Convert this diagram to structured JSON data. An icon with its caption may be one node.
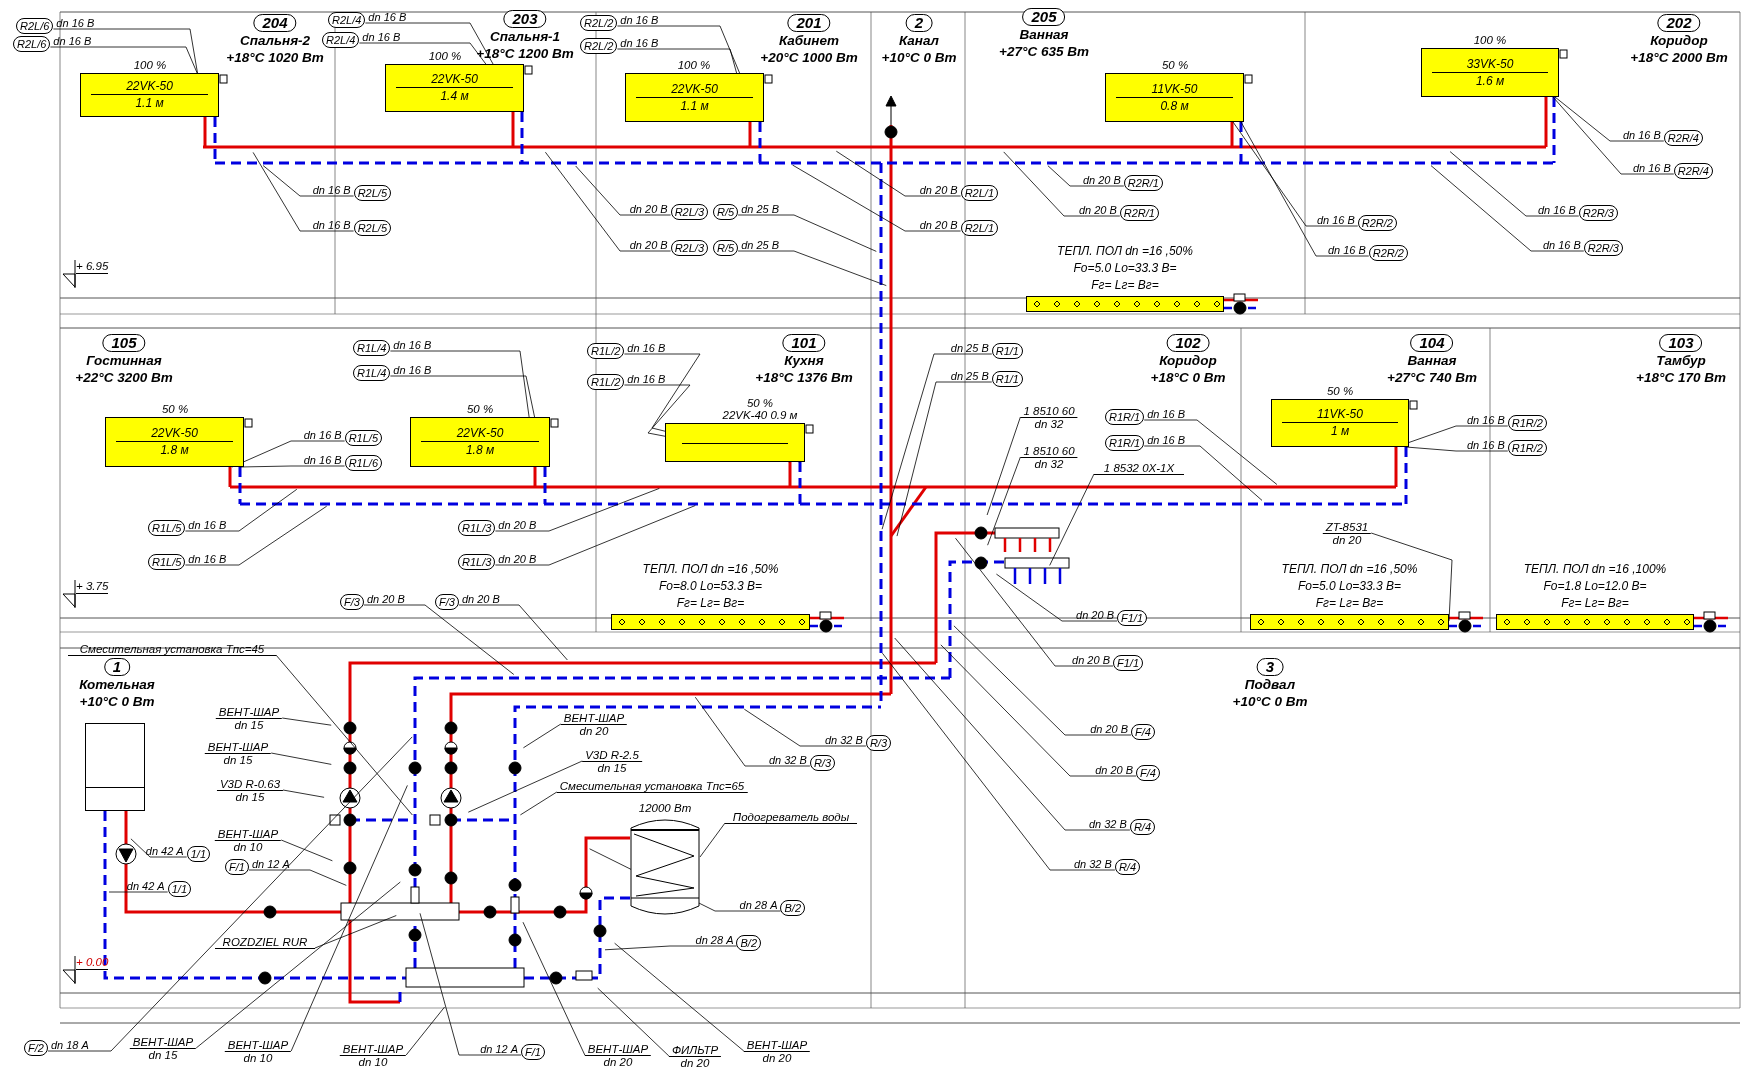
{
  "diagram": {
    "nodes": [
      {
        "text": [
          "204",
          "Спальня-2",
          "+18°C 1020 Вт"
        ]
      },
      {
        "text": [
          "203",
          "Спальня-1",
          "+18°C 1200 Вт"
        ]
      },
      {
        "text": [
          "201",
          "Кабинет",
          "+20°C 1000 Вт"
        ]
      },
      {
        "text": [
          "2",
          "Канал",
          "+10°C 0 Вт"
        ]
      },
      {
        "text": [
          "205",
          "Ванная",
          "+27°C 635 Вт"
        ]
      },
      {
        "text": [
          "202",
          "Коридор",
          "+18°C 2000 Вт"
        ]
      },
      {
        "text": [
          "105",
          "Гостинная",
          "+22°C 3200 Вт"
        ]
      },
      {
        "text": [
          "101",
          "Кухня",
          "+18°C 1376 Вт"
        ]
      },
      {
        "text": [
          "102",
          "Коридор",
          "+18°C 0 Вт"
        ]
      },
      {
        "text": [
          "104",
          "Ванная",
          "+27°C 740 Вт"
        ]
      },
      {
        "text": [
          "103",
          "Тамбур",
          "+18°C 170 Вт"
        ]
      },
      {
        "text": [
          "1",
          "Котельная",
          "+10°C 0 Вт"
        ]
      },
      {
        "text": [
          "3",
          "Подвал",
          "+10°C 0 Вт"
        ]
      },
      {
        "text": [
          "22VK-50",
          "1.1 м"
        ],
        "beside": [
          "100 %"
        ]
      },
      {
        "text": [
          "22VK-50",
          "1.4 м"
        ],
        "beside": [
          "100 %"
        ]
      },
      {
        "text": [
          "22VK-50",
          "1.1 м"
        ],
        "beside": [
          "100 %"
        ]
      },
      {
        "text": [
          "11VK-50",
          "0.8 м"
        ],
        "beside": [
          "50 %"
        ]
      },
      {
        "text": [
          "33VK-50",
          "1.6 м"
        ],
        "beside": [
          "100 %"
        ]
      },
      {
        "text": [
          "22VK-50",
          "1.8 м"
        ],
        "beside": [
          "50 %"
        ]
      },
      {
        "text": [
          "22VK-50",
          "1.8 м"
        ],
        "beside": [
          "50 %"
        ]
      },
      {
        "text": [],
        "shape": "box",
        "beside": [
          "50 %",
          "22VK-40 0.9 м"
        ]
      },
      {
        "text": [
          "11VK-50",
          "1 м"
        ],
        "beside": [
          "50 %"
        ]
      },
      {
        "text": [
          "ТЕПЛ. ПОЛ dn =16 ,50%",
          "Fo=5.0 Lo=33.3 B=",
          "Fг= Lг= Bг="
        ]
      },
      {
        "text": [
          "ТЕПЛ. ПОЛ dn =16 ,50%",
          "Fo=8.0 Lo=53.3 B=",
          "Fг= Lг= Bг="
        ]
      },
      {
        "text": [
          "ТЕПЛ. ПОЛ dn =16 ,50%",
          "Fo=5.0 Lo=33.3 B=",
          "Fг= Lг= Bг="
        ]
      },
      {
        "text": [
          "ТЕПЛ. ПОЛ dn =16 ,100%",
          "Fo=1.8 Lo=12.0 B=",
          "Fг= Lг= Bг="
        ]
      },
      {
        "text": [],
        "shape": "box"
      },
      {
        "text": [],
        "shape": "cylinder",
        "beside": [
          "12000 Вт"
        ]
      },
      {
        "text": [
          "Смесительная установка Tпс=45"
        ]
      },
      {
        "text": [
          "ВЕНТ-ШАР",
          "dn 15"
        ]
      },
      {
        "text": [
          "ВЕНТ-ШАР",
          "dn 15"
        ]
      },
      {
        "text": [
          "V3D R-0.63",
          "dn 15"
        ]
      },
      {
        "text": [
          "ВЕНТ-ШАР",
          "dn 10"
        ]
      },
      {
        "text": [
          "ВЕНТ-ШАР",
          "dn 20"
        ]
      },
      {
        "text": [
          "V3D R-2.5",
          "dn 15"
        ]
      },
      {
        "text": [
          "Смесительная установка Tпс=65"
        ]
      },
      {
        "text": [
          "Подогреватель воды"
        ]
      },
      {
        "text": [
          "ROZDZIEL RUR"
        ]
      },
      {
        "text": [
          "ВЕНТ-ШАР",
          "dn 15"
        ]
      },
      {
        "text": [
          "ВЕНТ-ШАР",
          "dn 10"
        ]
      },
      {
        "text": [
          "ВЕНТ-ШАР",
          "dn 10"
        ]
      },
      {
        "text": [
          "ВЕНТ-ШАР",
          "dn 20"
        ]
      },
      {
        "text": [
          "ФИЛЬТР",
          "dn 20"
        ]
      },
      {
        "text": [
          "ВЕНТ-ШАР",
          "dn 20"
        ]
      },
      {
        "text": [
          "1 8510 60",
          "dn 32"
        ]
      },
      {
        "text": [
          "1 8510 60",
          "dn 32"
        ]
      },
      {
        "text": [
          "1 8532 0X-1X"
        ]
      },
      {
        "text": [
          "ZT-8531",
          "dn 20"
        ]
      },
      {
        "text": [
          "R2L/6"
        ],
        "beside": [
          "dn 16 В"
        ]
      },
      {
        "text": [
          "R2L/6"
        ],
        "beside": [
          "dn 16 В"
        ]
      },
      {
        "text": [
          "R2L/4"
        ],
        "beside": [
          "dn 16 В"
        ]
      },
      {
        "text": [
          "R2L/4"
        ],
        "beside": [
          "dn 16 В"
        ]
      },
      {
        "text": [
          "R2L/2"
        ],
        "beside": [
          "dn 16 В"
        ]
      },
      {
        "text": [
          "R2L/2"
        ],
        "beside": [
          "dn 16 В"
        ]
      },
      {
        "text": [
          "R2L/5"
        ],
        "beside": [
          "dn 16 В"
        ]
      },
      {
        "text": [
          "R2L/5"
        ],
        "beside": [
          "dn 16 В"
        ]
      },
      {
        "text": [
          "R2L/3"
        ],
        "beside": [
          "dn 20 В"
        ]
      },
      {
        "text": [
          "R/5"
        ],
        "beside": [
          "dn 25 В"
        ]
      },
      {
        "text": [
          "R2L/3"
        ],
        "beside": [
          "dn 20 В"
        ]
      },
      {
        "text": [
          "R/5"
        ],
        "beside": [
          "dn 25 В"
        ]
      },
      {
        "text": [
          "R2L/1"
        ],
        "beside": [
          "dn 20 В"
        ]
      },
      {
        "text": [
          "R2L/1"
        ],
        "beside": [
          "dn 20 В"
        ]
      },
      {
        "text": [
          "R2R/1"
        ],
        "beside": [
          "dn 20 В"
        ]
      },
      {
        "text": [
          "R2R/1"
        ],
        "beside": [
          "dn 20 В"
        ]
      },
      {
        "text": [
          "R2R/2"
        ],
        "beside": [
          "dn 16 В"
        ]
      },
      {
        "text": [
          "R2R/2"
        ],
        "beside": [
          "dn 16 В"
        ]
      },
      {
        "text": [
          "R2R/3"
        ],
        "beside": [
          "dn 16 В"
        ]
      },
      {
        "text": [
          "R2R/3"
        ],
        "beside": [
          "dn 16 В"
        ]
      },
      {
        "text": [
          "R2R/4"
        ],
        "beside": [
          "dn 16 В"
        ]
      },
      {
        "text": [
          "R2R/4"
        ],
        "beside": [
          "dn 16 В"
        ]
      },
      {
        "text": [
          "R1L/4"
        ],
        "beside": [
          "dn 16 В"
        ]
      },
      {
        "text": [
          "R1L/4"
        ],
        "beside": [
          "dn 16 В"
        ]
      },
      {
        "text": [
          "R1L/2"
        ],
        "beside": [
          "dn 16 В"
        ]
      },
      {
        "text": [
          "R1L/2"
        ],
        "beside": [
          "dn 16 В"
        ]
      },
      {
        "text": [
          "R1L/5"
        ],
        "beside": [
          "dn 16 В"
        ]
      },
      {
        "text": [
          "R1L/6"
        ],
        "beside": [
          "dn 16 В"
        ]
      },
      {
        "text": [
          "R1L/5"
        ],
        "beside": [
          "dn 16 В"
        ]
      },
      {
        "text": [
          "R1L/5"
        ],
        "beside": [
          "dn 16 В"
        ]
      },
      {
        "text": [
          "R1L/3"
        ],
        "beside": [
          "dn 20 В"
        ]
      },
      {
        "text": [
          "R1L/3"
        ],
        "beside": [
          "dn 20 В"
        ]
      },
      {
        "text": [
          "R1/1"
        ],
        "beside": [
          "dn 25 В"
        ]
      },
      {
        "text": [
          "R1/1"
        ],
        "beside": [
          "dn 25 В"
        ]
      },
      {
        "text": [
          "R1R/1"
        ],
        "beside": [
          "dn 16 В"
        ]
      },
      {
        "text": [
          "R1R/1"
        ],
        "beside": [
          "dn 16 В"
        ]
      },
      {
        "text": [
          "R1R/2"
        ],
        "beside": [
          "dn 16 В"
        ]
      },
      {
        "text": [
          "R1R/2"
        ],
        "beside": [
          "dn 16 В"
        ]
      },
      {
        "text": [
          "F/3"
        ],
        "beside": [
          "dn 20 В"
        ]
      },
      {
        "text": [
          "F/3"
        ],
        "beside": [
          "dn 20 В"
        ]
      },
      {
        "text": [
          "R/3"
        ],
        "beside": [
          "dn 32 В"
        ]
      },
      {
        "text": [
          "R/3"
        ],
        "beside": [
          "dn 32 В"
        ]
      },
      {
        "text": [
          "F1/1"
        ],
        "beside": [
          "dn 20 В"
        ]
      },
      {
        "text": [
          "F1/1"
        ],
        "beside": [
          "dn 20 В"
        ]
      },
      {
        "text": [
          "F/4"
        ],
        "beside": [
          "dn 20 В"
        ]
      },
      {
        "text": [
          "F/4"
        ],
        "beside": [
          "dn 20 В"
        ]
      },
      {
        "text": [
          "R/4"
        ],
        "beside": [
          "dn 32 В"
        ]
      },
      {
        "text": [
          "R/4"
        ],
        "beside": [
          "dn 32 В"
        ]
      },
      {
        "text": [
          "B/2"
        ],
        "beside": [
          "dn 28 А"
        ]
      },
      {
        "text": [
          "B/2"
        ],
        "beside": [
          "dn 28 А"
        ]
      },
      {
        "text": [
          "1/1"
        ],
        "beside": [
          "dn 42 А"
        ]
      },
      {
        "text": [
          "1/1"
        ],
        "beside": [
          "dn 42 А"
        ]
      },
      {
        "text": [
          "F/1"
        ],
        "beside": [
          "dn 12 А"
        ]
      },
      {
        "text": [
          "F/2"
        ],
        "beside": [
          "dn 18 А"
        ]
      },
      {
        "text": [
          "F/1"
        ],
        "beside": [
          "dn 12 А"
        ]
      }
    ],
    "edges": [
      {
        "from": 28,
        "to": null,
        "arrow": "none"
      },
      {
        "from": 29,
        "to": null,
        "arrow": "none"
      },
      {
        "from": 30,
        "to": null,
        "arrow": "none"
      },
      {
        "from": 31,
        "to": null,
        "arrow": "none"
      },
      {
        "from": 32,
        "to": null,
        "arrow": "none"
      },
      {
        "from": 33,
        "to": null,
        "arrow": "none"
      },
      {
        "from": 34,
        "to": null,
        "arrow": "none"
      },
      {
        "from": 35,
        "to": null,
        "arrow": "none"
      },
      {
        "from": 36,
        "to": 27,
        "arrow": "none"
      },
      {
        "from": 37,
        "to": null,
        "arrow": "none"
      },
      {
        "from": 38,
        "to": null,
        "arrow": "none"
      },
      {
        "from": 39,
        "to": null,
        "arrow": "none"
      },
      {
        "from": 40,
        "to": null,
        "arrow": "none"
      },
      {
        "from": 41,
        "to": null,
        "arrow": "none"
      },
      {
        "from": 42,
        "to": null,
        "arrow": "none"
      },
      {
        "from": 43,
        "to": null,
        "arrow": "none"
      },
      {
        "from": 44,
        "to": null,
        "arrow": "none"
      },
      {
        "from": 45,
        "to": null,
        "arrow": "none"
      },
      {
        "from": 46,
        "to": null,
        "arrow": "none"
      },
      {
        "from": 47,
        "to": 24,
        "arrow": "none"
      },
      {
        "from": 48,
        "to": 13,
        "arrow": "none"
      },
      {
        "from": 49,
        "to": 13,
        "arrow": "none"
      },
      {
        "from": 50,
        "to": 14,
        "arrow": "none"
      },
      {
        "from": 51,
        "to": 14,
        "arrow": "none"
      },
      {
        "from": 52,
        "to": 15,
        "arrow": "none"
      },
      {
        "from": 53,
        "to": 15,
        "arrow": "none"
      },
      {
        "from": 54,
        "to": null,
        "arrow": "none"
      },
      {
        "from": 55,
        "to": null,
        "arrow": "none"
      },
      {
        "from": 56,
        "to": null,
        "arrow": "none"
      },
      {
        "from": 57,
        "to": null,
        "arrow": "none"
      },
      {
        "from": 58,
        "to": null,
        "arrow": "none"
      },
      {
        "from": 59,
        "to": null,
        "arrow": "none"
      },
      {
        "from": 60,
        "to": null,
        "arrow": "none"
      },
      {
        "from": 61,
        "to": null,
        "arrow": "none"
      },
      {
        "from": 62,
        "to": null,
        "arrow": "none"
      },
      {
        "from": 63,
        "to": null,
        "arrow": "none"
      },
      {
        "from": 64,
        "to": 16,
        "arrow": "none"
      },
      {
        "from": 65,
        "to": 16,
        "arrow": "none"
      },
      {
        "from": 66,
        "to": null,
        "arrow": "none"
      },
      {
        "from": 67,
        "to": null,
        "arrow": "none"
      },
      {
        "from": 68,
        "to": 17,
        "arrow": "none"
      },
      {
        "from": 69,
        "to": 17,
        "arrow": "none"
      },
      {
        "from": 70,
        "to": 19,
        "arrow": "none"
      },
      {
        "from": 71,
        "to": 19,
        "arrow": "none"
      },
      {
        "from": 72,
        "to": 20,
        "arrow": "none"
      },
      {
        "from": 73,
        "to": 20,
        "arrow": "none"
      },
      {
        "from": 74,
        "to": 18,
        "arrow": "none"
      },
      {
        "from": 75,
        "to": 18,
        "arrow": "none"
      },
      {
        "from": 76,
        "to": null,
        "arrow": "none"
      },
      {
        "from": 77,
        "to": null,
        "arrow": "none"
      },
      {
        "from": 78,
        "to": null,
        "arrow": "none"
      },
      {
        "from": 79,
        "to": null,
        "arrow": "none"
      },
      {
        "from": 80,
        "to": null,
        "arrow": "none"
      },
      {
        "from": 81,
        "to": null,
        "arrow": "none"
      },
      {
        "from": 82,
        "to": null,
        "arrow": "none"
      },
      {
        "from": 83,
        "to": null,
        "arrow": "none"
      },
      {
        "from": 84,
        "to": 21,
        "arrow": "none"
      },
      {
        "from": 85,
        "to": 21,
        "arrow": "none"
      },
      {
        "from": 86,
        "to": null,
        "arrow": "none"
      },
      {
        "from": 87,
        "to": null,
        "arrow": "none"
      },
      {
        "from": 88,
        "to": null,
        "arrow": "none"
      },
      {
        "from": 89,
        "to": null,
        "arrow": "none"
      },
      {
        "from": 90,
        "to": null,
        "arrow": "none"
      },
      {
        "from": 91,
        "to": null,
        "arrow": "none"
      },
      {
        "from": 92,
        "to": null,
        "arrow": "none"
      },
      {
        "from": 93,
        "to": null,
        "arrow": "none"
      },
      {
        "from": 94,
        "to": null,
        "arrow": "none"
      },
      {
        "from": 95,
        "to": null,
        "arrow": "none"
      },
      {
        "from": 96,
        "to": null,
        "arrow": "none"
      },
      {
        "from": 97,
        "to": null,
        "arrow": "none"
      },
      {
        "from": 98,
        "to": null,
        "arrow": "none"
      },
      {
        "from": 99,
        "to": null,
        "arrow": "none"
      },
      {
        "from": 100,
        "to": null,
        "arrow": "none"
      },
      {
        "from": 101,
        "to": null,
        "arrow": "none"
      },
      {
        "from": 102,
        "to": null,
        "arrow": "none"
      }
    ],
    "labels": [
      "+ 6.95",
      "+ 3.75",
      "+ 0.00"
    ]
  }
}
